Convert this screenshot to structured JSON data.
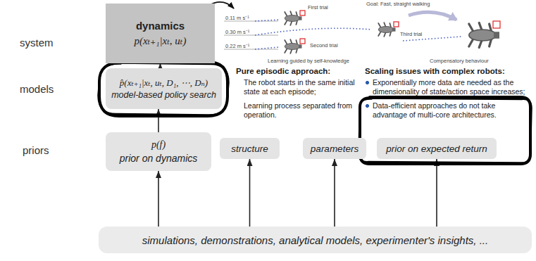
{
  "diagram": {
    "nodes": [
      {
        "text": [
          "dynamics",
          "p(xₜ₊₁|xₜ, uₜ)"
        ]
      },
      {
        "text": [
          "p̂(xₜ₊₁|xₜ, uₜ, D₁, ⋯, Dₙ)",
          "model-based policy search"
        ]
      },
      {
        "text": [
          "p(f)",
          "prior on dynamics"
        ]
      },
      {
        "text": [
          "structure"
        ]
      },
      {
        "text": [
          "parameters"
        ]
      },
      {
        "text": [
          "prior on expected return"
        ]
      },
      {
        "text": [
          "simulations, demonstrations, analytical models, experimenter's insights, ..."
        ]
      }
    ],
    "edges": [
      {
        "from": 1,
        "to": 0,
        "arrow": "to"
      },
      {
        "from": 2,
        "to": 1,
        "arrow": "to"
      },
      {
        "from": 6,
        "to": 2,
        "arrow": "to"
      },
      {
        "from": 6,
        "to": 3,
        "arrow": "to"
      },
      {
        "from": 6,
        "to": 4,
        "arrow": "to"
      },
      {
        "from": 6,
        "to": 5,
        "arrow": "to"
      }
    ],
    "labels": [
      "system",
      "models",
      "priors",
      "Goal: Fast, straight walking",
      "0.11 m s⁻¹",
      "0.30 m s⁻¹",
      "0.22 m s⁻¹",
      "First trial",
      "Second trial",
      "Third trial",
      "Learning guided by self-knowledge",
      "Compensatory behaviour",
      "Pure episodic approach:",
      "The robot starts in the same initial state at each episode;",
      "Learning process separated from operation.",
      "Scaling issues with complex robots:",
      "Exponentially more data are needed as the dimensionality of state/action space increases;",
      "Data-efficient approaches do not take advantage of multi-core architectures."
    ]
  }
}
